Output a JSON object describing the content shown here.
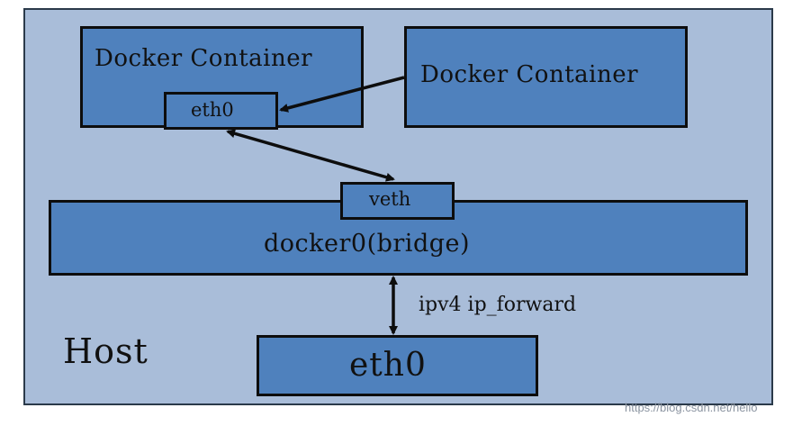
{
  "diagram": {
    "host_label": "Host",
    "container_left_label": "Docker Container",
    "container_right_label": "Docker Container",
    "container_eth0_label": "eth0",
    "veth_label": "veth",
    "bridge_label": "docker0(bridge)",
    "host_eth0_label": "eth0",
    "forward_label": "ipv4 ip_forward"
  },
  "colors": {
    "host_fill": "#a9bdd9",
    "box_fill": "#4f81bd",
    "border": "#0d0d0d"
  },
  "watermark": "https://blog.csdn.net/hello"
}
